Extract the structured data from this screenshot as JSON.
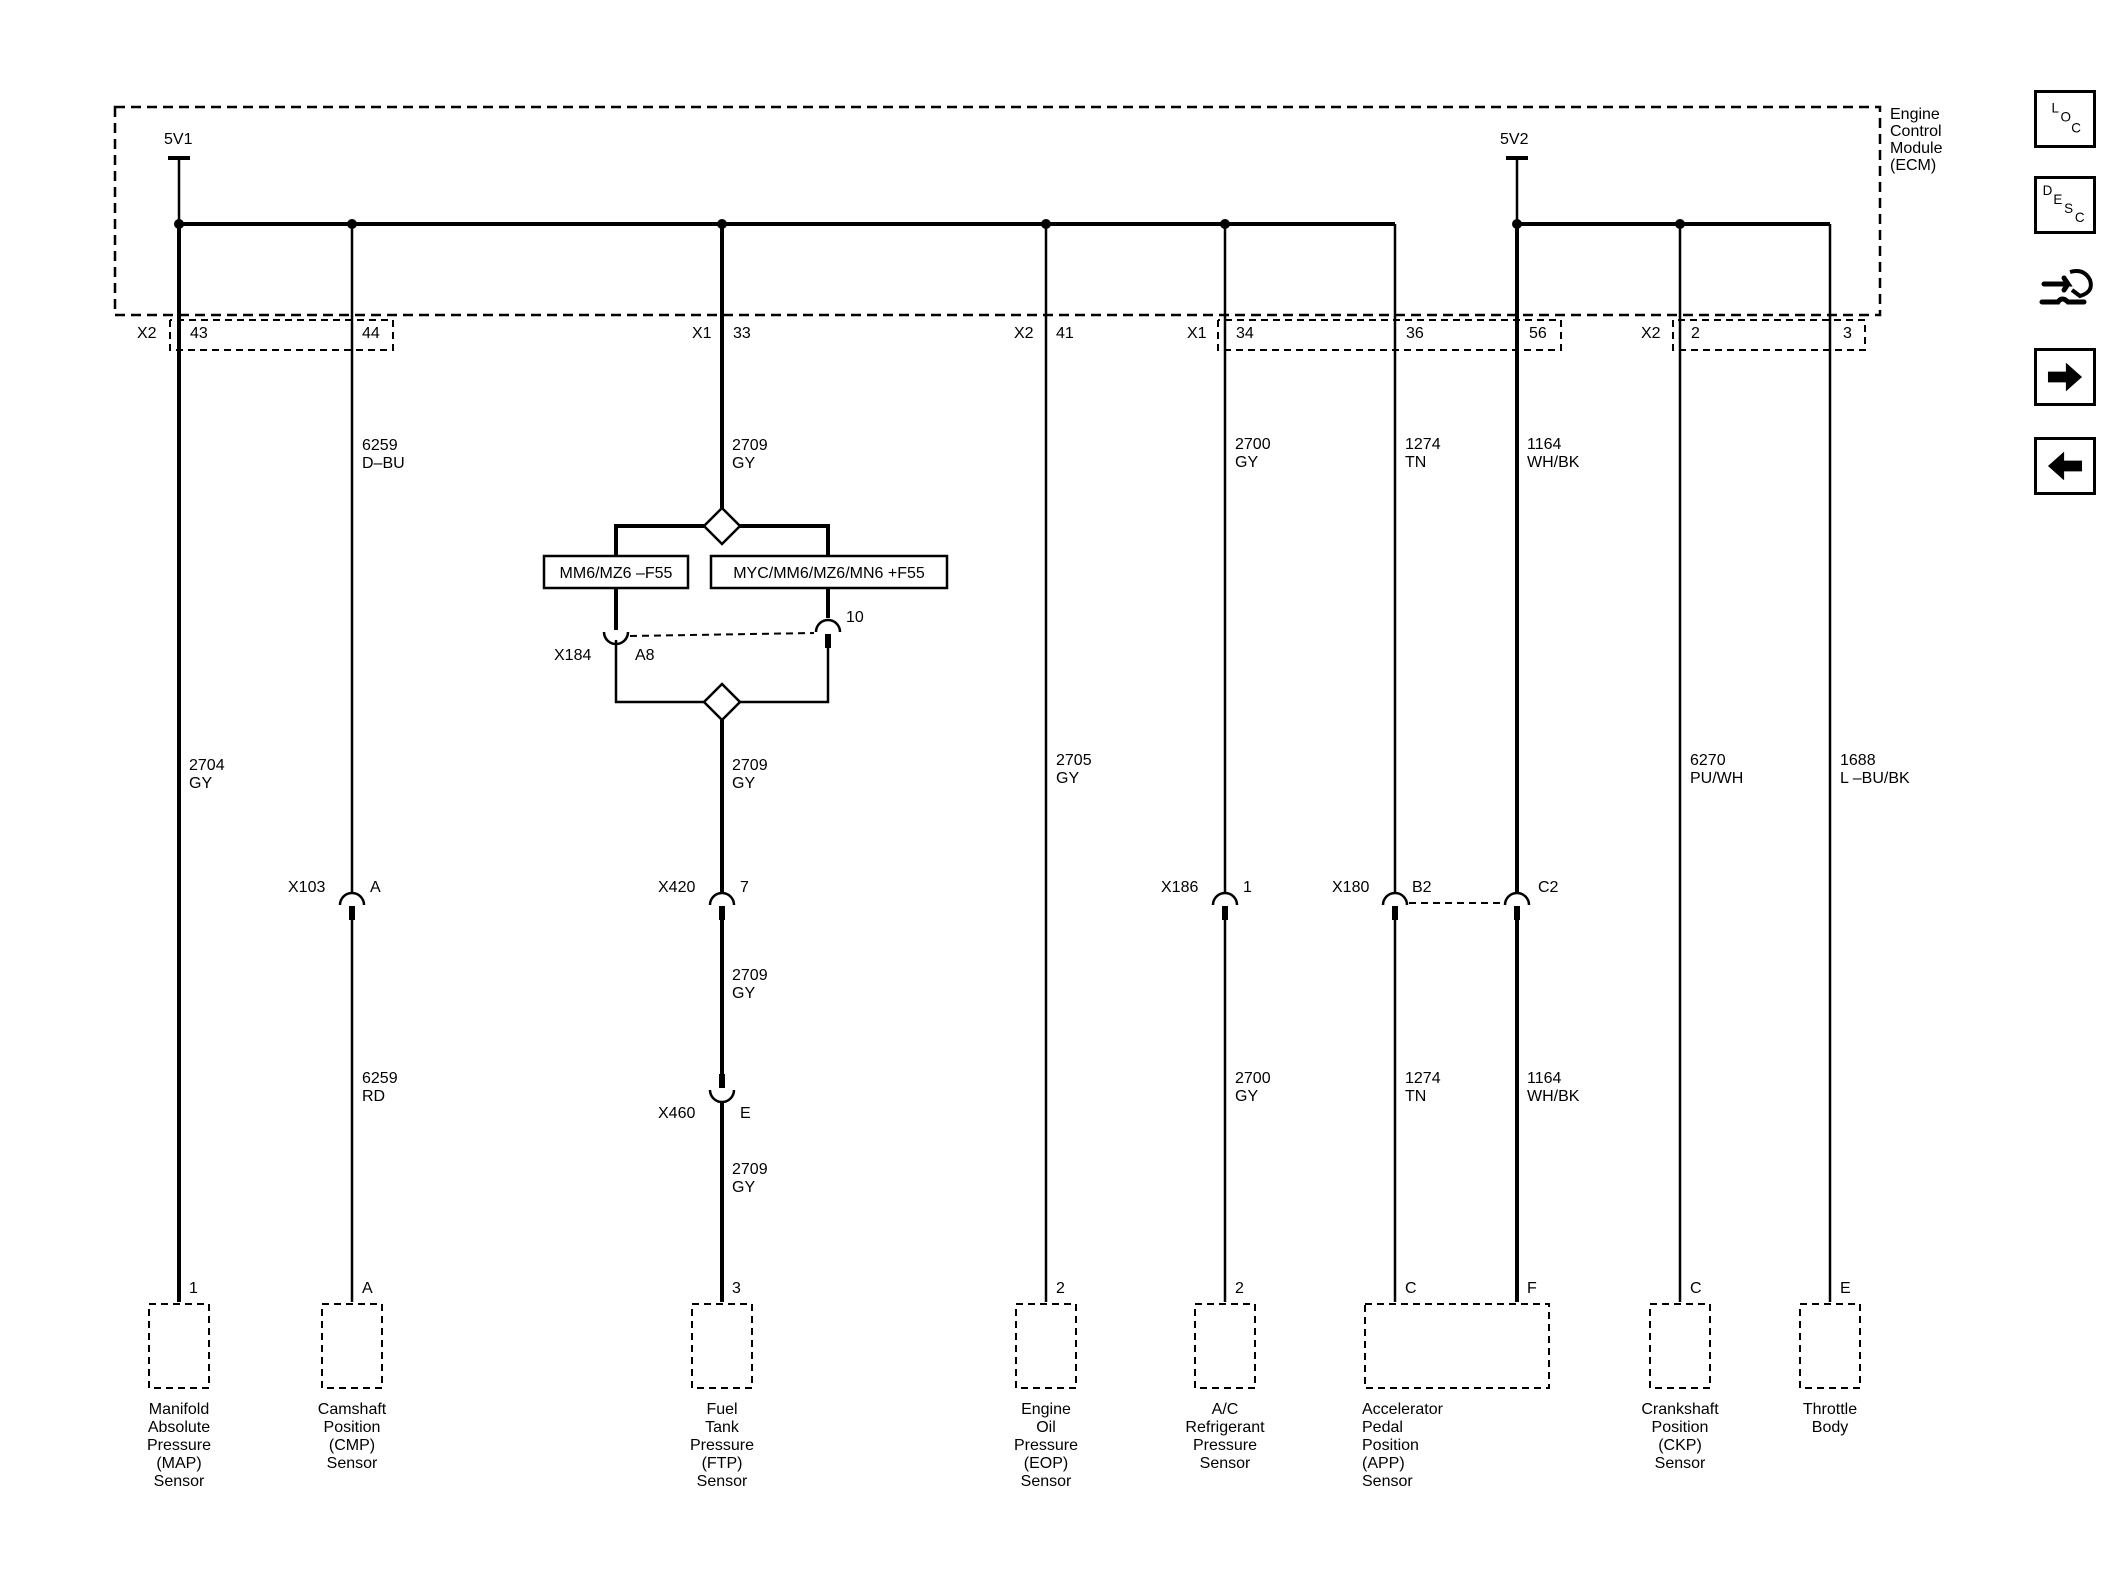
{
  "ecm": {
    "label": [
      "Engine",
      "Control",
      "Module",
      "(ECM)"
    ],
    "ref_5v1": "5V1",
    "ref_5v2": "5V2"
  },
  "connectors": {
    "x2_left": "X2",
    "x1_mid": "X1",
    "x2_eop": "X2",
    "x1_right": "X1",
    "x2_right": "X2",
    "pins": {
      "p43": "43",
      "p44": "44",
      "p33": "33",
      "p41": "41",
      "p34": "34",
      "p36": "36",
      "p56": "56",
      "p2": "2",
      "p3": "3"
    }
  },
  "wires": {
    "map": {
      "circuit": "2704",
      "color": "GY"
    },
    "cmp_upper": {
      "circuit": "6259",
      "color": "D–BU"
    },
    "cmp_lower": {
      "circuit": "6259",
      "color": "RD"
    },
    "ftp_1": {
      "circuit": "2709",
      "color": "GY"
    },
    "ftp_2": {
      "circuit": "2709",
      "color": "GY"
    },
    "ftp_3": {
      "circuit": "2709",
      "color": "GY"
    },
    "ftp_4": {
      "circuit": "2709",
      "color": "GY"
    },
    "eop": {
      "circuit": "2705",
      "color": "GY"
    },
    "ac_upper": {
      "circuit": "2700",
      "color": "GY"
    },
    "ac_lower": {
      "circuit": "2700",
      "color": "GY"
    },
    "app_tn_upper": {
      "circuit": "1274",
      "color": "TN"
    },
    "app_tn_lower": {
      "circuit": "1274",
      "color": "TN"
    },
    "app_wh_upper": {
      "circuit": "1164",
      "color": "WH/BK"
    },
    "app_wh_lower": {
      "circuit": "1164",
      "color": "WH/BK"
    },
    "ckp": {
      "circuit": "6270",
      "color": "PU/WH"
    },
    "tb": {
      "circuit": "1688",
      "color": "L –BU/BK"
    }
  },
  "options": {
    "left": "MM6/MZ6 –F55",
    "right": "MYC/MM6/MZ6/MN6 +F55"
  },
  "inline_connectors": {
    "x184": {
      "name": "X184",
      "pin_left": "A8",
      "pin_right": "10"
    },
    "x103": {
      "name": "X103",
      "pin": "A"
    },
    "x420": {
      "name": "X420",
      "pin": "7"
    },
    "x460": {
      "name": "X460",
      "pin": "E"
    },
    "x186": {
      "name": "X186",
      "pin": "1"
    },
    "x180": {
      "name": "X180",
      "pin_left": "B2",
      "pin_right": "C2"
    }
  },
  "components": {
    "map": {
      "pin": "1",
      "label": [
        "Manifold",
        "Absolute",
        "Pressure",
        "(MAP)",
        "Sensor"
      ]
    },
    "cmp": {
      "pin": "A",
      "label": [
        "Camshaft",
        "Position",
        "(CMP)",
        "Sensor"
      ]
    },
    "ftp": {
      "pin": "3",
      "label": [
        "Fuel",
        "Tank",
        "Pressure",
        "(FTP)",
        "Sensor"
      ]
    },
    "eop": {
      "pin": "2",
      "label": [
        "Engine",
        "Oil",
        "Pressure",
        "(EOP)",
        "Sensor"
      ]
    },
    "ac": {
      "pin": "2",
      "label": [
        "A/C",
        "Refrigerant",
        "Pressure",
        "Sensor"
      ]
    },
    "app": {
      "pin_c": "C",
      "pin_f": "F",
      "label": [
        "Accelerator",
        "Pedal",
        "Position",
        "(APP)",
        "Sensor"
      ]
    },
    "ckp": {
      "pin": "C",
      "label": [
        "Crankshaft",
        "Position",
        "(CKP)",
        "Sensor"
      ]
    },
    "tb": {
      "pin": "E",
      "label": [
        "Throttle",
        "Body"
      ]
    }
  },
  "nav": {
    "loc": {
      "l": "L",
      "o": "O",
      "c": "C"
    },
    "desc": {
      "d": "D",
      "e": "E",
      "s": "S",
      "c": "C"
    },
    "icons": [
      "location-icon",
      "description-icon",
      "connector-icon",
      "next-arrow-icon",
      "previous-arrow-icon"
    ]
  }
}
